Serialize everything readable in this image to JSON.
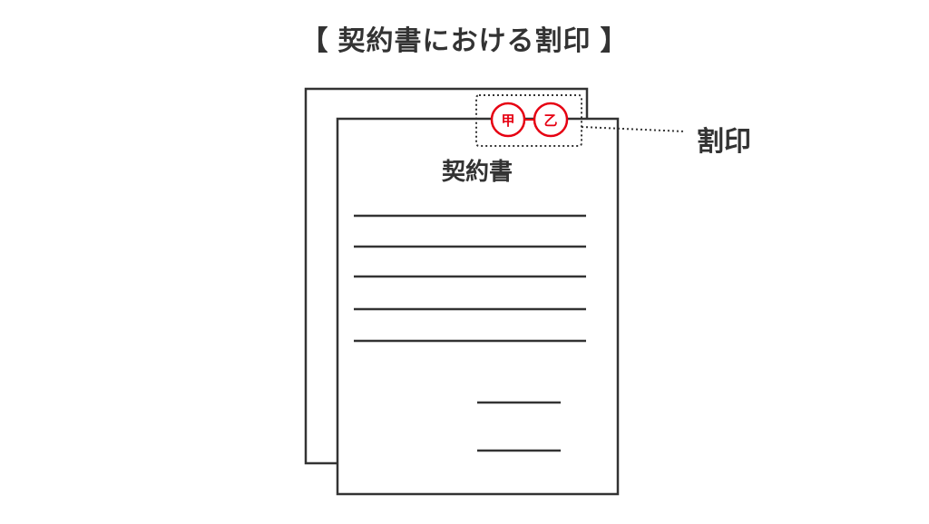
{
  "title": {
    "open_bracket": "【",
    "text": "契約書における割印",
    "close_bracket": "】"
  },
  "document": {
    "heading": "契約書"
  },
  "seals": [
    {
      "label": "甲"
    },
    {
      "label": "乙"
    }
  ],
  "callout": {
    "label": "割印"
  },
  "colors": {
    "stroke": "#333333",
    "seal": "#e60012",
    "background": "#ffffff"
  }
}
